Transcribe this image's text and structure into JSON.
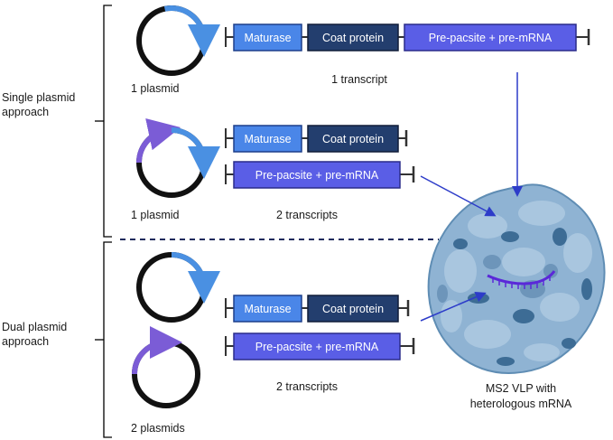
{
  "colors": {
    "maturase": "#4a86e8",
    "coat_protein": "#233e6e",
    "pacsite": "#5a5ee6",
    "plasmid_blue": "#4a90e2",
    "plasmid_purple": "#7b5cd6",
    "plasmid_black": "#111111",
    "arrow": "#2d3cc9",
    "bracket": "#000000",
    "dashed": "#1f2a5c",
    "vlp_light": "#a9c6df",
    "vlp_mid": "#6d95ba",
    "vlp_dark": "#3d6c95"
  },
  "approaches": {
    "single": {
      "label_line1": "Single plasmid",
      "label_line2": "approach"
    },
    "dual": {
      "label_line1": "Dual plasmid",
      "label_line2": "approach"
    }
  },
  "genes": {
    "maturase": "Maturase",
    "coat_protein": "Coat protein",
    "pacsite": "Pre-pacsite + pre-mRNA"
  },
  "captions": {
    "row1_plasmid": "1 plasmid",
    "row1_transcript": "1 transcript",
    "row2_plasmid": "1 plasmid",
    "row2_transcript": "2 transcripts",
    "row3_plasmid": "2 plasmids",
    "row3_transcript": "2 transcripts"
  },
  "vlp": {
    "label_line1": "MS2 VLP with",
    "label_line2": "heterologous mRNA",
    "icon": "vlp-particle-icon"
  }
}
